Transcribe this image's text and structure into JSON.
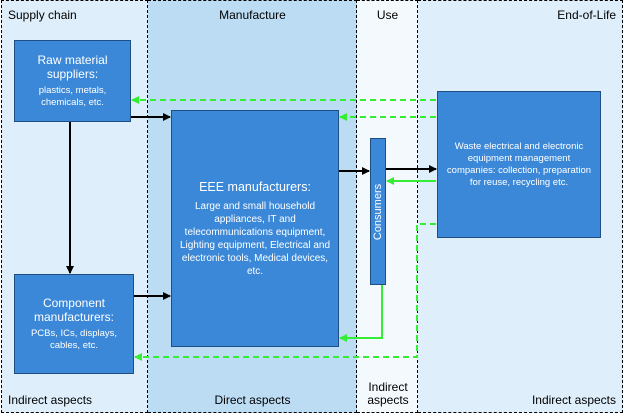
{
  "columns": {
    "supply": {
      "title": "Supply chain",
      "footer": "Indirect aspects"
    },
    "manufacture": {
      "title": "Manufacture",
      "footer": "Direct aspects"
    },
    "use": {
      "title": "Use",
      "footer": "Indirect aspects"
    },
    "eol": {
      "title": "End-of-Life",
      "footer": "Indirect aspects"
    }
  },
  "boxes": {
    "raw": {
      "title": "Raw material suppliers:",
      "detail": "plastics, metals, chemicals, etc."
    },
    "component": {
      "title": "Component manufacturers:",
      "detail": "PCBs, ICs, displays, cables, etc."
    },
    "eee": {
      "title": "EEE manufacturers:",
      "detail": "Large and small household appliances, IT and telecommunications equipment, Lighting equipment, Electrical and electronic tools, Medical devices, etc."
    },
    "consumers": {
      "title": "Consumers"
    },
    "weee": {
      "title": "Waste electrical and electronic equipment management companies: collection, preparation for reuse, recycling etc."
    }
  },
  "colors": {
    "box_fill": "#3b88d8",
    "box_border": "#1f4f80",
    "supply_bg": "#deeefa",
    "manufacture_bg": "#bcdcf4",
    "use_bg": "#f4f9fd",
    "flow_arrow": "#000000",
    "return_arrow": "#33ee33"
  }
}
